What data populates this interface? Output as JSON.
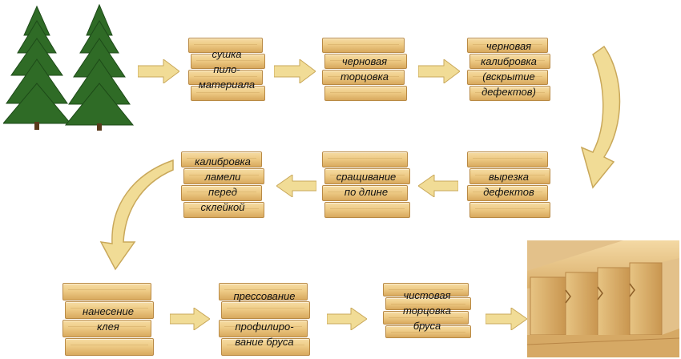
{
  "steps": [
    {
      "id": "drying",
      "lines": [
        "сушка",
        "пило-",
        "материала"
      ]
    },
    {
      "id": "rough-trimming",
      "lines": [
        "черновая",
        "торцовка"
      ]
    },
    {
      "id": "rough-calibration",
      "lines": [
        "черновая",
        "калибровка",
        "(вскрытие",
        "дефектов)"
      ]
    },
    {
      "id": "defect-cutting",
      "lines": [
        "вырезка",
        "дефектов"
      ]
    },
    {
      "id": "length-splicing",
      "lines": [
        "сращивание",
        "по длине"
      ]
    },
    {
      "id": "lamella-calibration",
      "lines": [
        "калибровка",
        "ламели",
        "перед",
        "склейкой"
      ]
    },
    {
      "id": "glue-application",
      "lines": [
        "нанесение",
        "клея"
      ]
    },
    {
      "id": "pressing-profiling",
      "lines": [
        "прессование",
        "",
        "профилиро-",
        "вание бруса"
      ]
    },
    {
      "id": "final-trimming",
      "lines": [
        "чистовая",
        "торцовка",
        "бруса"
      ]
    }
  ],
  "colors": {
    "arrow": "#f1dc96",
    "arrow_edge": "#c9a85a",
    "tree": "#2f6b26",
    "wood": "#eecb86"
  },
  "icons": {
    "trees": "spruce-trees-icon",
    "timber": "glued-timber-photo"
  }
}
